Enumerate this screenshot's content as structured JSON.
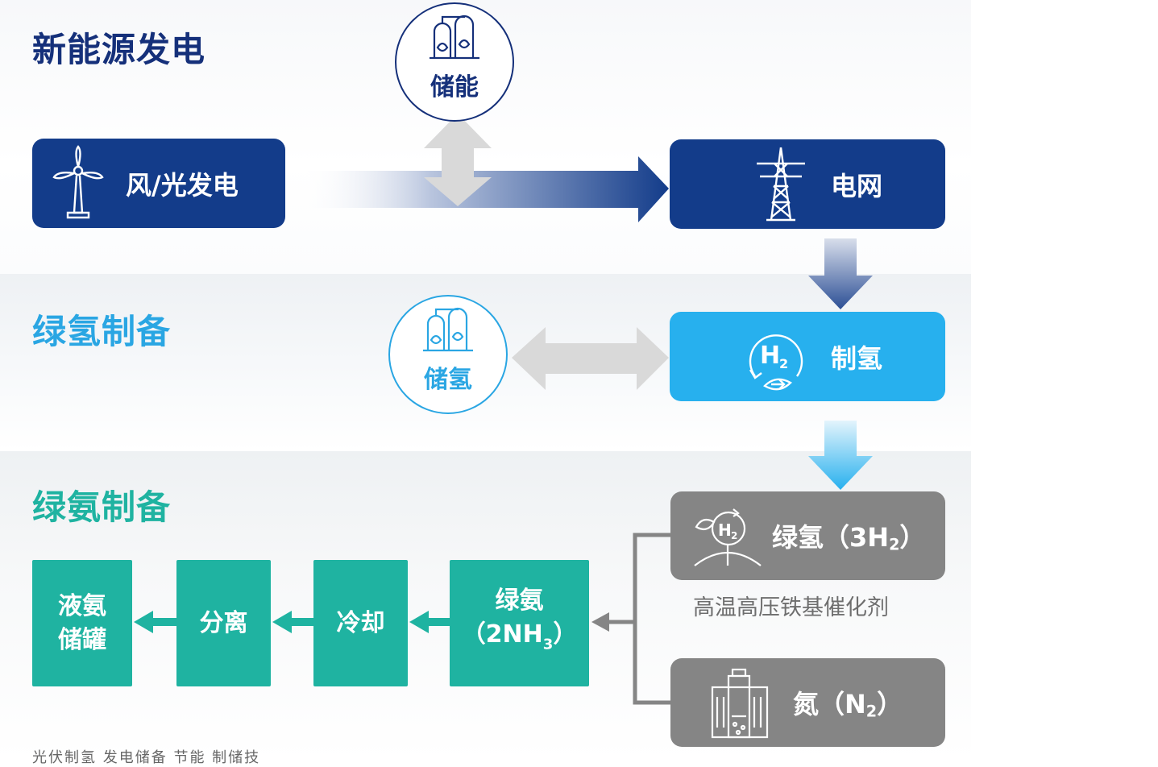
{
  "sections": {
    "power": "新能源发电",
    "hydrogen": "绿氢制备",
    "ammonia": "绿氨制备"
  },
  "nodes": {
    "storage_energy": "储能",
    "wind_solar": "风/光发电",
    "grid": "电网",
    "hydrogen_storage": "储氢",
    "hydrogen_production": "制氢",
    "green_hydrogen": "绿氢（3H",
    "green_hydrogen_sub": "2",
    "green_hydrogen_end": "）",
    "catalyst": "高温高压铁基催化剂",
    "nitrogen": "氮（N",
    "nitrogen_sub": "2",
    "nitrogen_end": "）",
    "green_ammonia_line1": "绿氨",
    "green_ammonia_line2_pre": "（2NH",
    "green_ammonia_line2_sub": "3",
    "green_ammonia_line2_end": "）",
    "cooling": "冷却",
    "separation": "分离",
    "liquid_ammonia_line1": "液氨",
    "liquid_ammonia_line2": "储罐"
  },
  "footnote": "光伏制氢 发电储备 节能 制储技",
  "colors": {
    "dark_blue": "#133c8a",
    "light_blue": "#27b0ee",
    "teal": "#1fb3a1",
    "gray": "#858585",
    "arrow_gray": "#d9d9d9"
  },
  "icons": {
    "storage_energy": "storage-tanks-icon",
    "wind_solar": "wind-turbine-icon",
    "grid": "power-tower-icon",
    "hydrogen_storage": "storage-tanks-icon",
    "hydrogen_production": "h2-leaf-icon",
    "green_hydrogen": "h2-cycle-icon",
    "nitrogen": "nitrogen-plant-icon"
  }
}
